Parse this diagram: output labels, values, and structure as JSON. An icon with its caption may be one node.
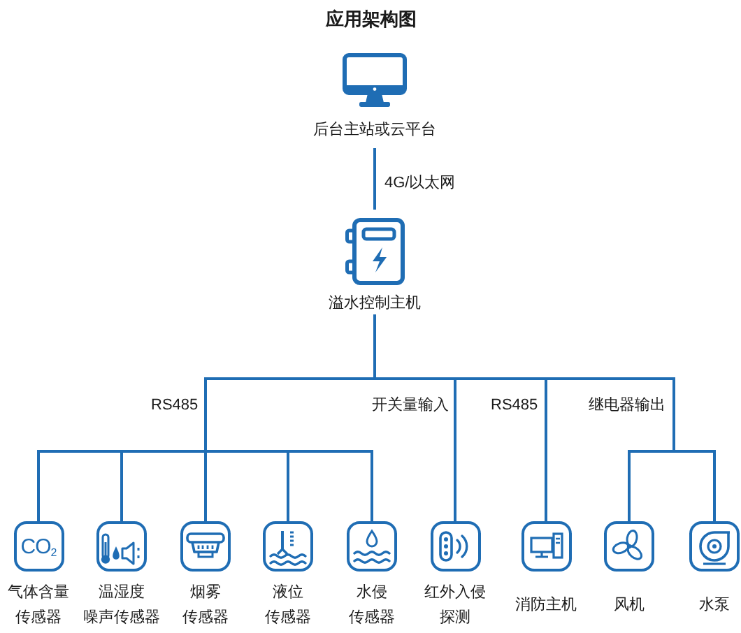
{
  "diagram": {
    "title": "应用架构图",
    "nodes": [
      {
        "text": [
          "后台主站或云平台"
        ]
      },
      {
        "text": [
          "溢水控制主机"
        ]
      },
      {
        "text": [
          "CO$_{2}$",
          "气体含量传感器"
        ]
      },
      {
        "text": [
          "温湿度噪声传感器"
        ]
      },
      {
        "text": [
          "烟雾传感器"
        ]
      },
      {
        "text": [
          "液位传感器"
        ]
      },
      {
        "text": [
          "水侵传感器"
        ]
      },
      {
        "text": [
          "红外入侵探测"
        ]
      },
      {
        "text": [
          "消防主机"
        ]
      },
      {
        "text": [
          "风机"
        ]
      },
      {
        "text": [
          "水泵"
        ]
      }
    ],
    "edges": [
      {
        "from": 0,
        "to": 1,
        "arrow": "none",
        "label": "4G/以太网"
      },
      {
        "from": 1,
        "to": 2,
        "arrow": "none"
      },
      {
        "from": 1,
        "to": 3,
        "arrow": "none"
      },
      {
        "from": 1,
        "to": 4,
        "arrow": "none",
        "label": "RS485"
      },
      {
        "from": 1,
        "to": 5,
        "arrow": "none"
      },
      {
        "from": 1,
        "to": 6,
        "arrow": "none"
      },
      {
        "from": 1,
        "to": 7,
        "arrow": "none",
        "label": "开关量输入"
      },
      {
        "from": 1,
        "to": 8,
        "arrow": "none",
        "label": "RS485"
      },
      {
        "from": 1,
        "to": 9,
        "arrow": "none",
        "label": "继电器输出"
      },
      {
        "from": 1,
        "to": 10,
        "arrow": "none"
      }
    ]
  }
}
